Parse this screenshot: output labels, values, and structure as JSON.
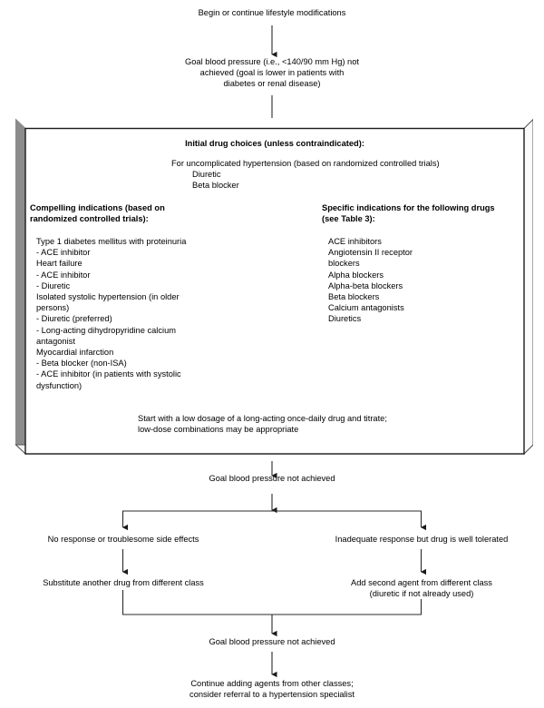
{
  "diagram": {
    "title": "Hypertension treatment algorithm flowchart",
    "line_color": "#000000",
    "shadow_color": "#808080",
    "background": "#ffffff"
  },
  "steps": {
    "start": "Begin or continue lifestyle modifications",
    "goal_not_achieved_1": "Goal blood pressure (i.e., <140/90 mm Hg) not\nachieved (goal is lower in patients with\ndiabetes or renal disease)",
    "goal_not_achieved_2": "Goal blood pressure not achieved",
    "goal_not_achieved_3": "Goal blood pressure not achieved",
    "no_response": "No response or troublesome side effects",
    "inadequate_response": "Inadequate response but drug is well tolerated",
    "substitute": "Substitute another drug from different class",
    "add_second": "Add second agent from different class\n(diuretic if not already used)",
    "continue_adding": "Continue adding agents from other classes;\nconsider referral to a hypertension specialist"
  },
  "main_box": {
    "heading": "Initial drug choices (unless contraindicated):",
    "uncomplicated_intro": "For uncomplicated hypertension (based on randomized controlled trials)",
    "uncomplicated_items": "Diuretic\nBeta blocker",
    "left_column": {
      "heading": "Compelling indications (based on\nrandomized controlled trials):",
      "body": "Type 1 diabetes mellitus with proteinuria\n- ACE inhibitor\nHeart failure\n- ACE inhibitor\n- Diuretic\nIsolated systolic hypertension (in older\npersons)\n- Diuretic (preferred)\n- Long-acting dihydropyridine calcium\nantagonist\nMyocardial infarction\n- Beta blocker (non-ISA)\n- ACE inhibitor (in patients with systolic\ndysfunction)"
    },
    "right_column": {
      "heading": "Specific indications for the following drugs\n(see Table 3):",
      "body": "ACE inhibitors\nAngiotensin II receptor\nblockers\nAlpha blockers\nAlpha-beta blockers\nBeta blockers\nCalcium antagonists\nDiuretics"
    },
    "footer": "Start with a low dosage of a long-acting once-daily drug and titrate;\nlow-dose combinations may be appropriate"
  }
}
